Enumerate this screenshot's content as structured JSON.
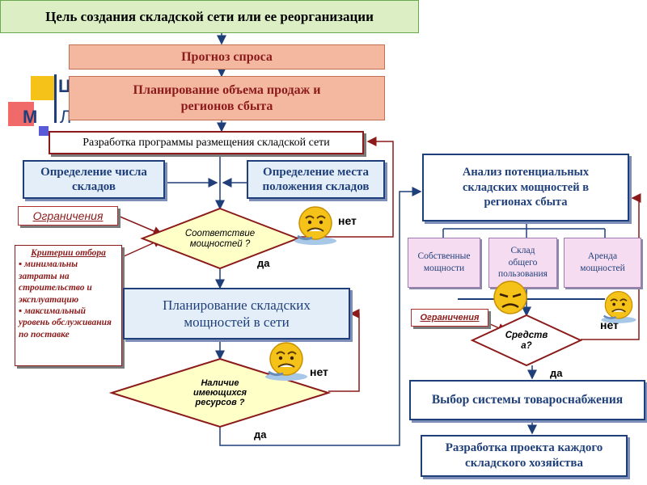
{
  "logo": {
    "letters": [
      "Ц",
      "М",
      "Л"
    ]
  },
  "title": "Цель создания складской сети или ее реорганизации",
  "forecast": "Прогноз спроса",
  "sales_planning": {
    "line1": "Планирование объема продаж и",
    "line2": "регионов сбыта"
  },
  "program": "Разработка программы размещения складской сети",
  "count": {
    "line1": "Определение числа",
    "line2": "складов"
  },
  "location": {
    "line1": "Определение места",
    "line2": "положения складов"
  },
  "restrictions_left": "Ограничения",
  "criteria": {
    "title": "Критерии  отбора",
    "item1": "минимальны затраты на строительство и эксплуатацию",
    "item2": "максимальный уровень обслуживания по поставке"
  },
  "capacity_check": {
    "line1": "Соответствие",
    "line2": "мощностей ?"
  },
  "no1": "нет",
  "yes1": "да",
  "storage_planning": {
    "line1": "Планирование складских",
    "line2": "мощностей в  сети"
  },
  "resources_check": {
    "line1": "Наличие",
    "line2": "имеющихся",
    "line3": "ресурсов ?"
  },
  "no2": "нет",
  "yes2": "да",
  "analysis": {
    "line1": "Анализ потенциальных",
    "line2": "складских мощностей в",
    "line3": "регионах сбыта"
  },
  "own": {
    "line1": "Собственные",
    "line2": "мощности"
  },
  "public": {
    "line1": "Склад",
    "line2": "общего",
    "line3": "пользования"
  },
  "rent": {
    "line1": "Аренда",
    "line2": "мощностей"
  },
  "restrictions_right": "Ограничения",
  "funds_check": {
    "line1": "Средств",
    "line2": "а?"
  },
  "no3": "нет",
  "yes3": "да",
  "supply_system": "Выбор системы товароснабжения",
  "project": {
    "line1": "Разработка проекта каждого",
    "line2": "складского хозяйства"
  },
  "colors": {
    "navy": "#1f3f7a",
    "dark_red": "#8b1a1a",
    "diamond_fill": "#ffffc8"
  },
  "icons": [
    "worried-smiley-icon",
    "sad-smiley-icon"
  ]
}
